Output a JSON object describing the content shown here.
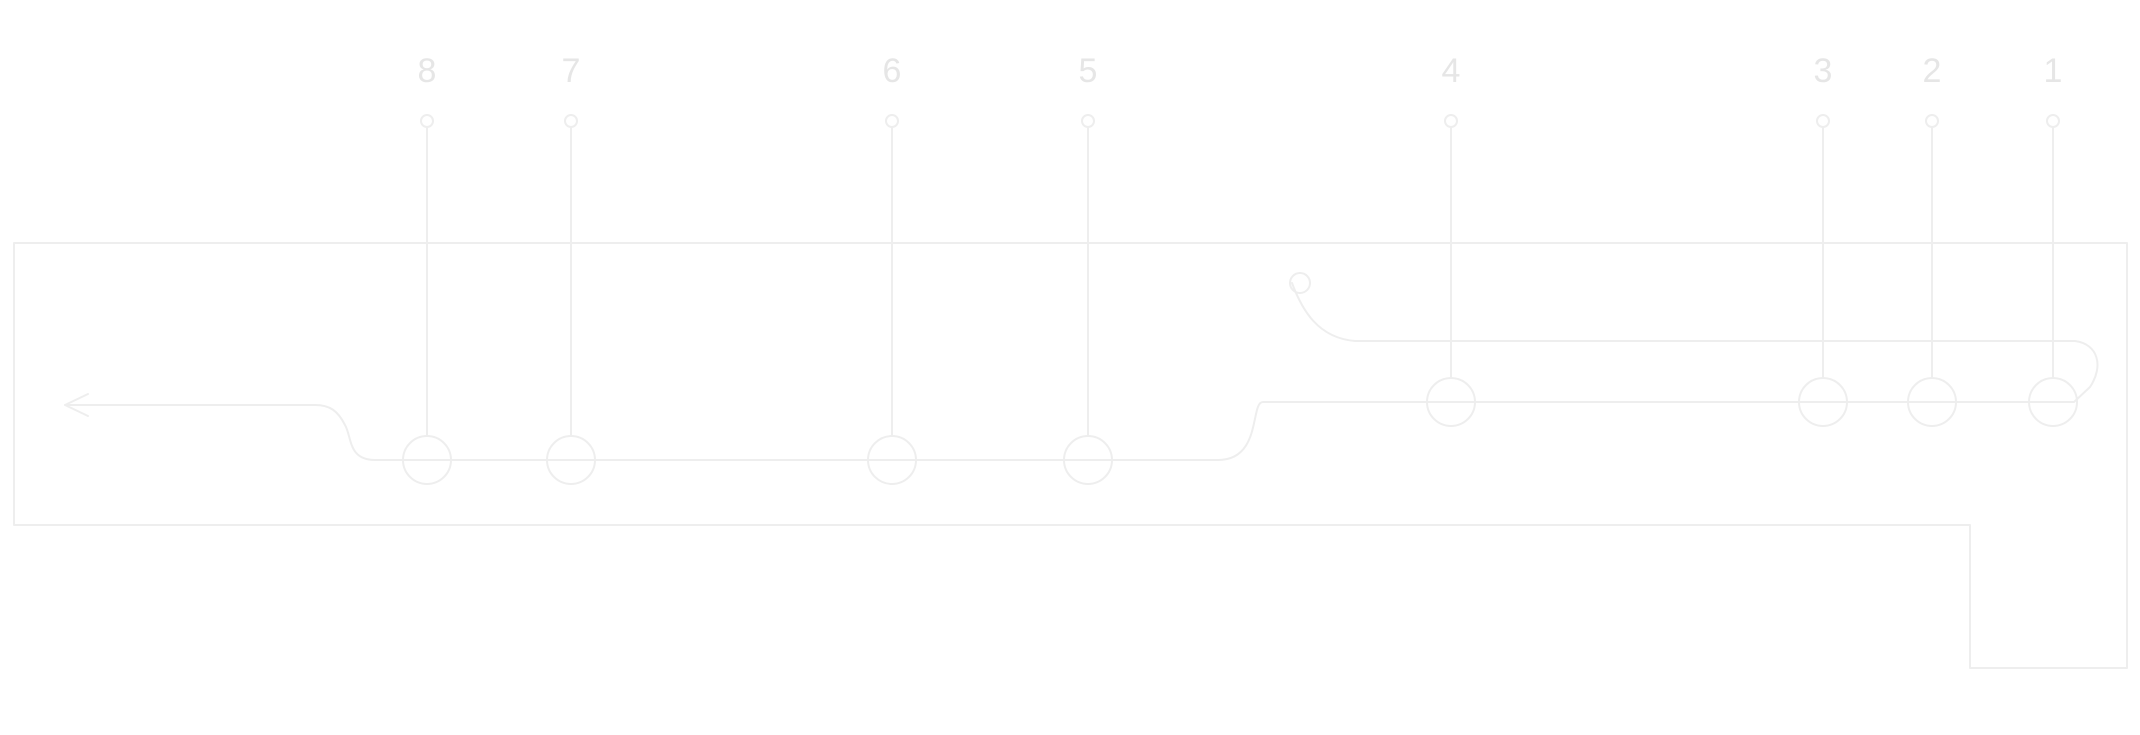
{
  "diagram": {
    "colors": {
      "background": "#ffffff",
      "line": "#eeeeee",
      "label": "#e6e6e6"
    },
    "stations": [
      {
        "id": "8",
        "label": "8"
      },
      {
        "id": "7",
        "label": "7"
      },
      {
        "id": "6",
        "label": "6"
      },
      {
        "id": "5",
        "label": "5"
      },
      {
        "id": "4",
        "label": "4"
      },
      {
        "id": "3",
        "label": "3"
      },
      {
        "id": "2",
        "label": "2"
      },
      {
        "id": "1",
        "label": "1"
      }
    ]
  }
}
